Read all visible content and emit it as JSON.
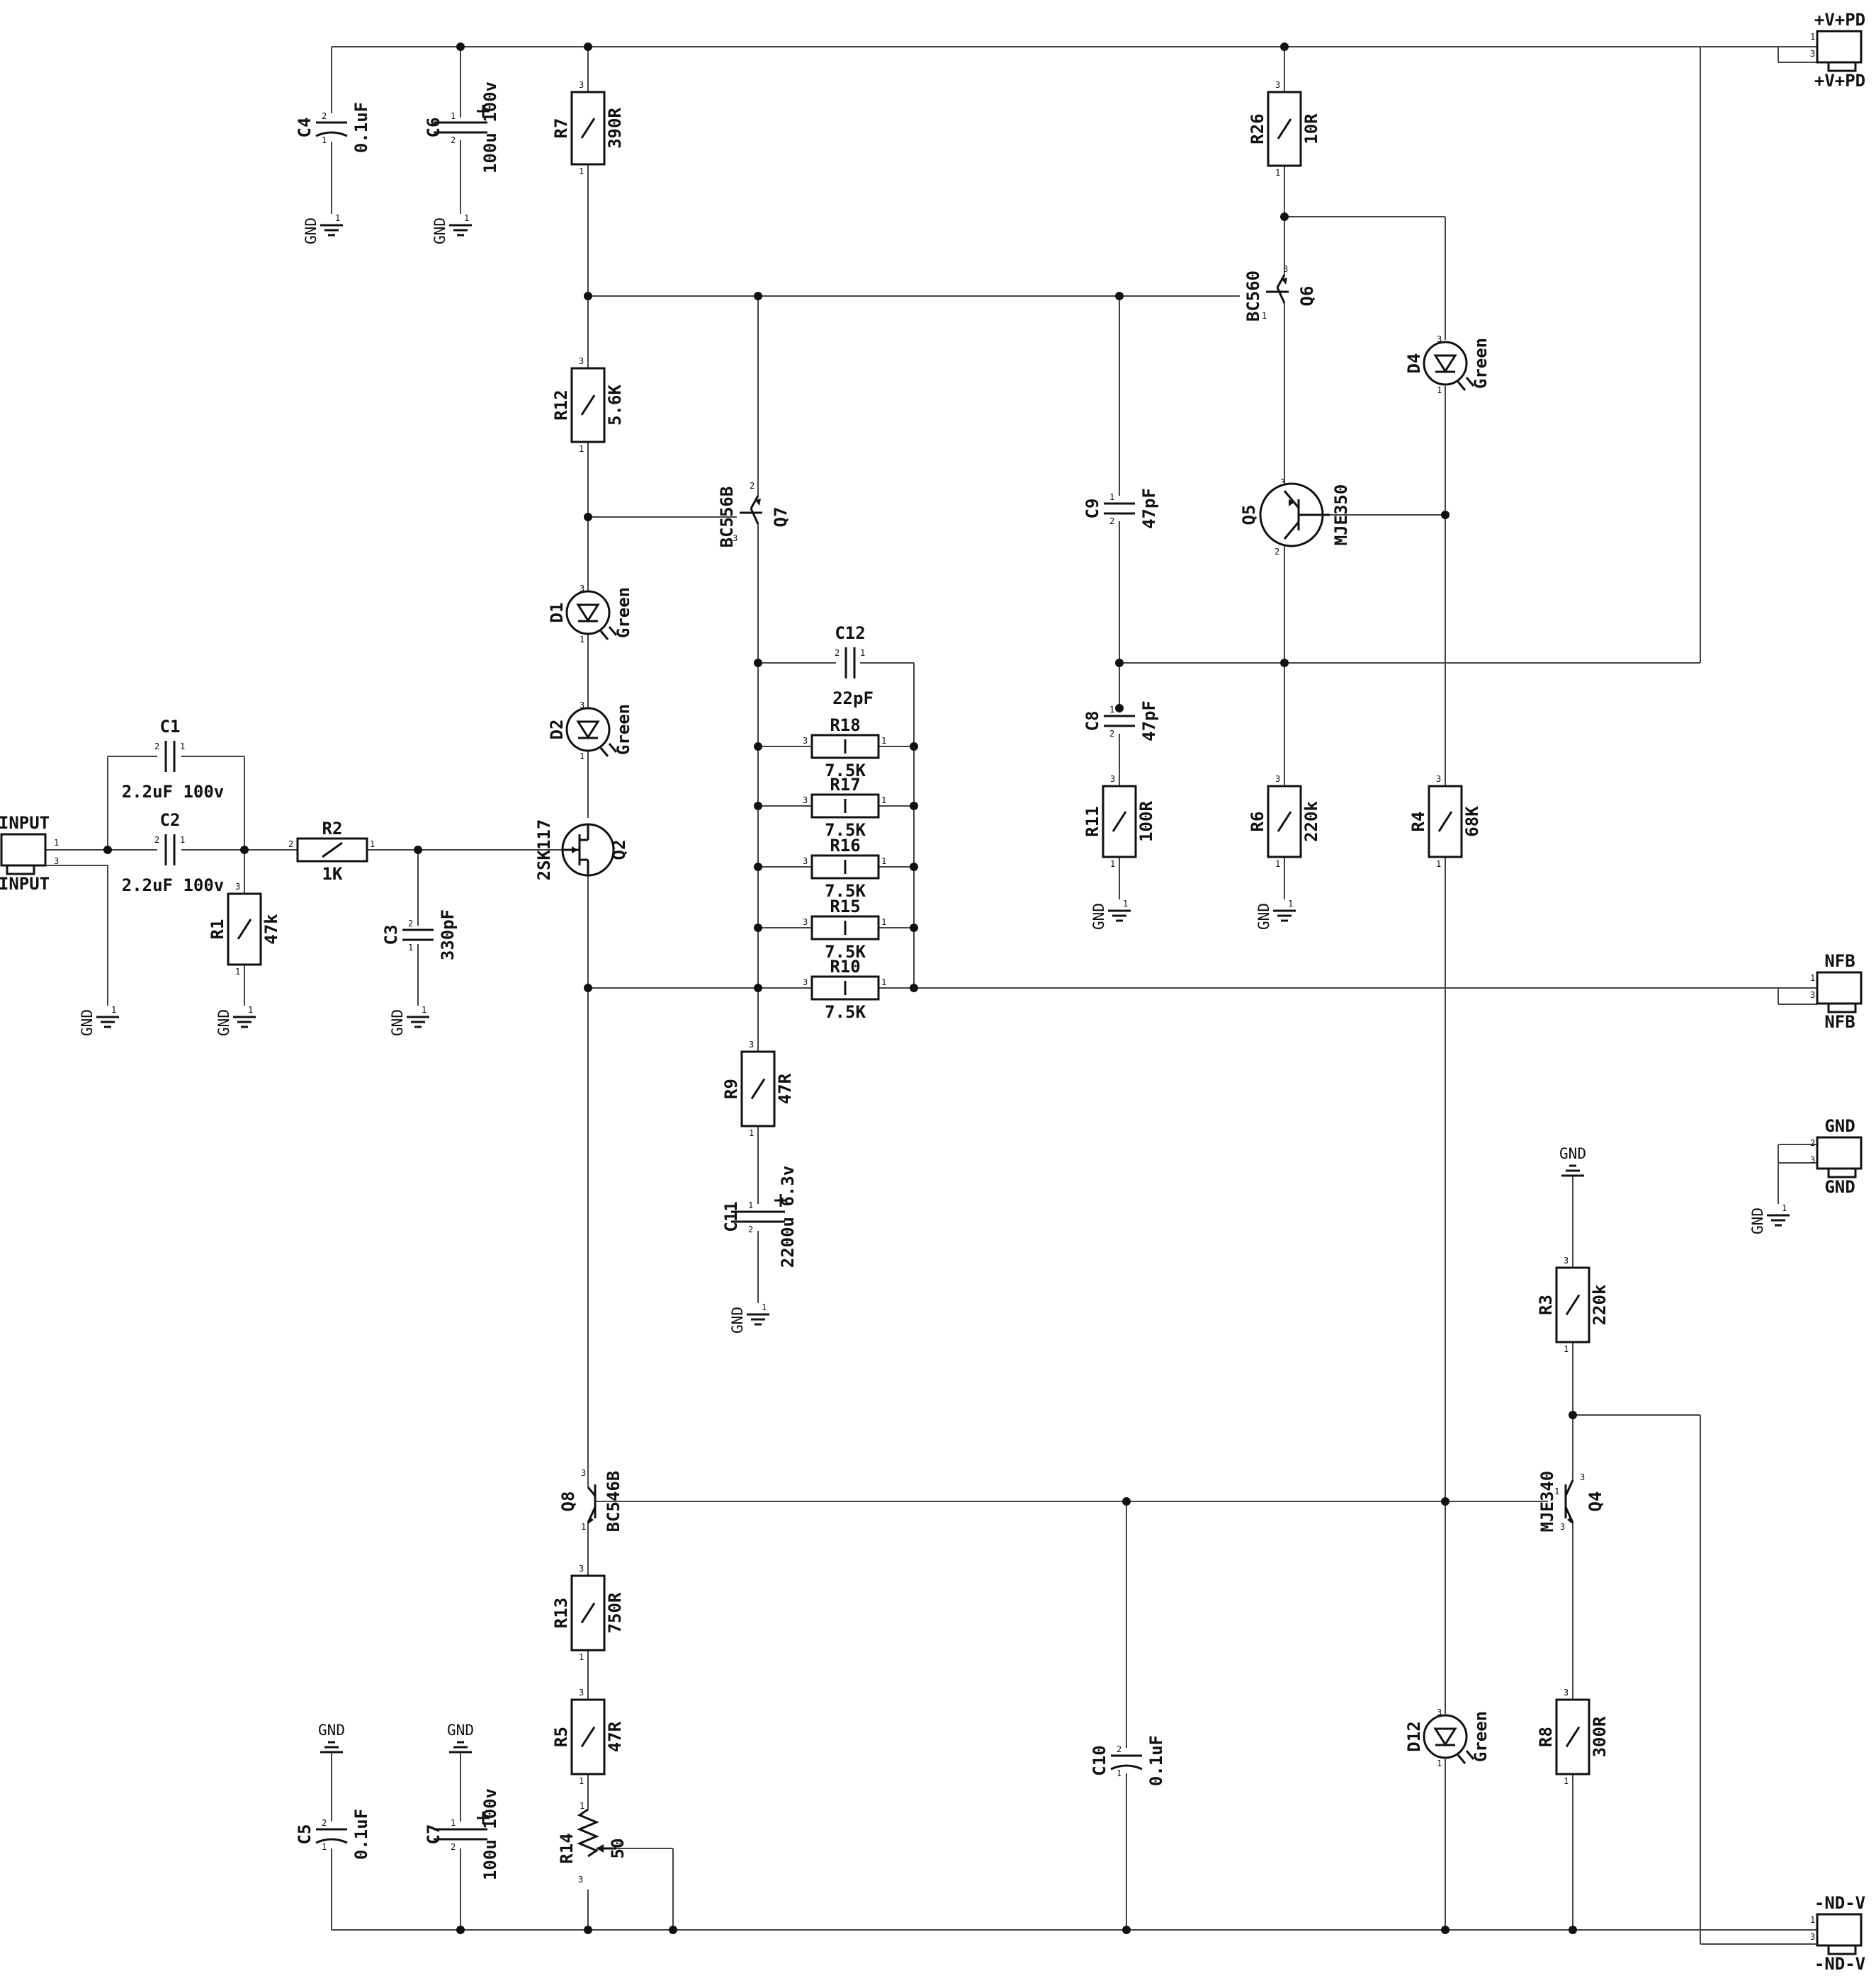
{
  "schematic": {
    "connectors": {
      "input": {
        "label_top": "INPUT",
        "label_bottom": "INPUT",
        "pins": [
          "1",
          "3"
        ]
      },
      "vplus": {
        "label_top": "+V+PD",
        "label_bottom": "+V+PD",
        "pins": [
          "1",
          "3"
        ]
      },
      "nfb": {
        "label_top": "NFB",
        "label_bottom": "NFB",
        "pins": [
          "1",
          "3"
        ]
      },
      "gnd": {
        "label_top": "GND",
        "label_bottom": "GND",
        "pins": [
          "2",
          "3"
        ]
      },
      "vminus": {
        "label_top": "-ND-V",
        "label_bottom": "-ND-V",
        "pins": [
          "1",
          "3"
        ]
      }
    },
    "resistors": [
      {
        "ref": "R7",
        "value": "390R"
      },
      {
        "ref": "R26",
        "value": "10R"
      },
      {
        "ref": "R12",
        "value": "5.6K"
      },
      {
        "ref": "R1",
        "value": "47k"
      },
      {
        "ref": "R2",
        "value": "1K"
      },
      {
        "ref": "R18",
        "value": "7.5K"
      },
      {
        "ref": "R17",
        "value": "7.5K"
      },
      {
        "ref": "R16",
        "value": "7.5K"
      },
      {
        "ref": "R15",
        "value": "7.5K"
      },
      {
        "ref": "R10",
        "value": "7.5K"
      },
      {
        "ref": "R9",
        "value": "47R"
      },
      {
        "ref": "R11",
        "value": "100R"
      },
      {
        "ref": "R6",
        "value": "220k"
      },
      {
        "ref": "R4",
        "value": "68K"
      },
      {
        "ref": "R3",
        "value": "220k"
      },
      {
        "ref": "R13",
        "value": "750R"
      },
      {
        "ref": "R5",
        "value": "47R"
      },
      {
        "ref": "R8",
        "value": "300R"
      },
      {
        "ref": "R14",
        "value": "50"
      }
    ],
    "capacitors": [
      {
        "ref": "C4",
        "value": "0.1uF"
      },
      {
        "ref": "C6",
        "value": "100u 100v"
      },
      {
        "ref": "C1",
        "value": "2.2uF 100v"
      },
      {
        "ref": "C2",
        "value": "2.2uF 100v"
      },
      {
        "ref": "C3",
        "value": "330pF"
      },
      {
        "ref": "C12",
        "value": "22pF"
      },
      {
        "ref": "C9",
        "value": "47pF"
      },
      {
        "ref": "C8",
        "value": "47pF"
      },
      {
        "ref": "C11",
        "value": "2200u 6.3v"
      },
      {
        "ref": "C5",
        "value": "0.1uF"
      },
      {
        "ref": "C7",
        "value": "100u 100v"
      },
      {
        "ref": "C10",
        "value": "0.1uF"
      }
    ],
    "transistors": [
      {
        "ref": "Q6",
        "part": "BC560"
      },
      {
        "ref": "Q7",
        "part": "BC556B"
      },
      {
        "ref": "Q5",
        "part": "MJE350"
      },
      {
        "ref": "Q2",
        "part": "2SK117"
      },
      {
        "ref": "Q8",
        "part": "BC546B"
      },
      {
        "ref": "Q4",
        "part": "MJE340"
      }
    ],
    "leds": [
      {
        "ref": "D1",
        "color": "Green"
      },
      {
        "ref": "D2",
        "color": "Green"
      },
      {
        "ref": "D4",
        "color": "Green"
      },
      {
        "ref": "D12",
        "color": "Green"
      }
    ],
    "ground_label": "GND",
    "pin_numbers": [
      "1",
      "2",
      "3"
    ]
  }
}
